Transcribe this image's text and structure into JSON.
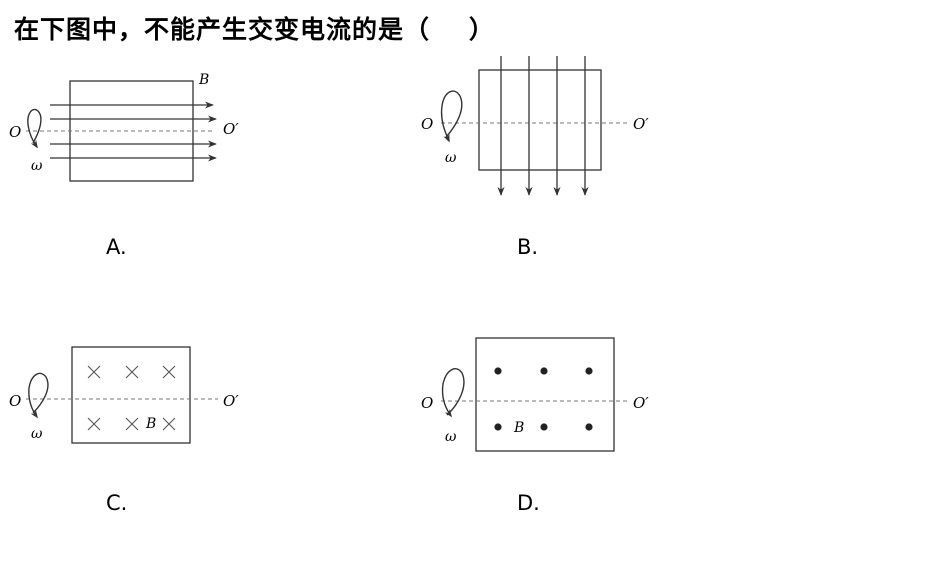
{
  "question": "在下图中，不能产生交变电流的是（    ）",
  "labels": {
    "axis_start": "O",
    "axis_end": "O′",
    "omega": "ω",
    "field": "B"
  },
  "options": [
    "A.",
    "B.",
    "C.",
    "D."
  ]
}
